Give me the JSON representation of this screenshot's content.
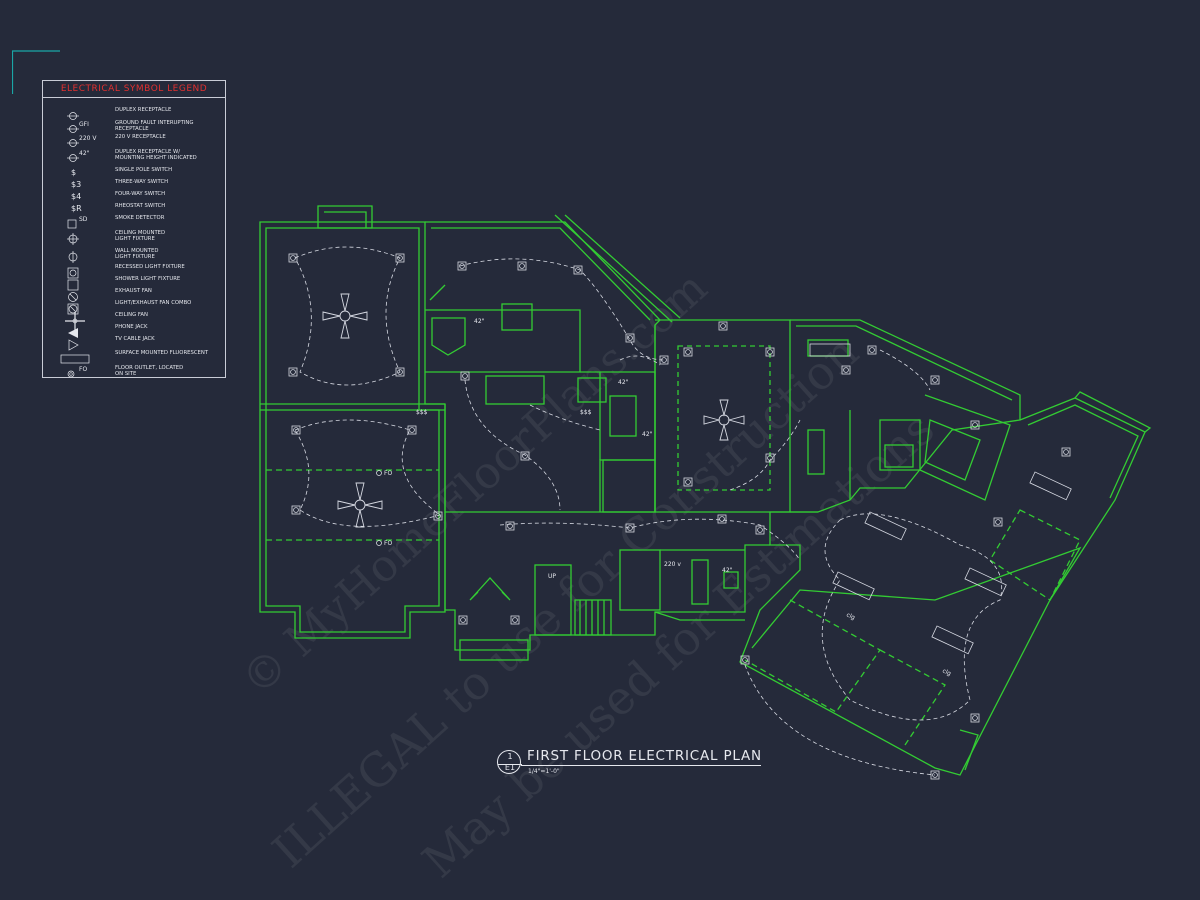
{
  "legend": {
    "title": "ELECTRICAL SYMBOL LEGEND",
    "items": [
      {
        "icon": "duplex-receptacle-icon",
        "label": "DUPLEX RECEPTACLE",
        "tag": ""
      },
      {
        "icon": "gfi-receptacle-icon",
        "label": "GROUND FAULT INTERUPTING\nRECEPTACLE",
        "tag": "GFI"
      },
      {
        "icon": "220v-receptacle-icon",
        "label": "220 V RECEPTACLE",
        "tag": "220 V"
      },
      {
        "icon": "receptacle-mounting-height-icon",
        "label": "DUPLEX RECEPTACLE W/\nMOUNTING HEIGHT INDICATED",
        "tag": "42\""
      },
      {
        "icon": "single-pole-switch-icon",
        "label": "SINGLE POLE SWITCH",
        "tag": "$"
      },
      {
        "icon": "three-way-switch-icon",
        "label": "THREE-WAY SWITCH",
        "tag": "$3"
      },
      {
        "icon": "four-way-switch-icon",
        "label": "FOUR-WAY SWITCH",
        "tag": "$4"
      },
      {
        "icon": "rheostat-switch-icon",
        "label": "RHEOSTAT SWITCH",
        "tag": "$R"
      },
      {
        "icon": "smoke-detector-icon",
        "label": "SMOKE DETECTOR",
        "tag": "SD"
      },
      {
        "icon": "ceiling-light-icon",
        "label": "CEILING MOUNTED\nLIGHT FIXTURE",
        "tag": ""
      },
      {
        "icon": "wall-light-icon",
        "label": "WALL MOUNTED\nLIGHT FIXTURE",
        "tag": ""
      },
      {
        "icon": "recessed-light-icon",
        "label": "RECESSED LIGHT FIXTURE",
        "tag": ""
      },
      {
        "icon": "shower-light-icon",
        "label": "SHOWER LIGHT FIXTURE",
        "tag": ""
      },
      {
        "icon": "exhaust-fan-icon",
        "label": "EXHAUST FAN",
        "tag": ""
      },
      {
        "icon": "light-exhaust-combo-icon",
        "label": "LIGHT/EXHAUST FAN COMBO",
        "tag": ""
      },
      {
        "icon": "ceiling-fan-icon",
        "label": "CEILING FAN",
        "tag": ""
      },
      {
        "icon": "phone-jack-icon",
        "label": "PHONE JACK",
        "tag": ""
      },
      {
        "icon": "tv-cable-jack-icon",
        "label": "TV CABLE JACK",
        "tag": ""
      },
      {
        "icon": "surface-fluorescent-icon",
        "label": "SURFACE MOUNTED FLUORESCENT",
        "tag": ""
      },
      {
        "icon": "floor-outlet-icon",
        "label": "FLOOR OUTLET, LOCATED\nON SITE",
        "tag": "FO"
      }
    ]
  },
  "title_block": {
    "detail_number": "1",
    "sheet": "E1",
    "title": "FIRST FLOOR ELECTRICAL PLAN",
    "scale": "1/4\"=1'-0\""
  },
  "plan_labels": {
    "floor_outlet_1": "FO",
    "floor_outlet_2": "FO",
    "up_label": "UP",
    "clg_1": "clg",
    "clg_2": "clg",
    "mount_height_1": "42\"",
    "mount_height_2": "42\"",
    "mount_height_3": "42\"",
    "mount_height_4": "42\"",
    "volt_220_1": "220 v",
    "switch_cluster": "$$$"
  },
  "watermark": {
    "line1": "© MyHomeFloorPlans.com",
    "line2": "ILLEGAL to use for Construction",
    "line3": "May be used for Estimations"
  },
  "colors": {
    "background": "#252a3a",
    "walls": "#33cc33",
    "lines": "#c9ccd6",
    "legend_title": "#e03030",
    "accent_corner": "#1aa6a6"
  }
}
